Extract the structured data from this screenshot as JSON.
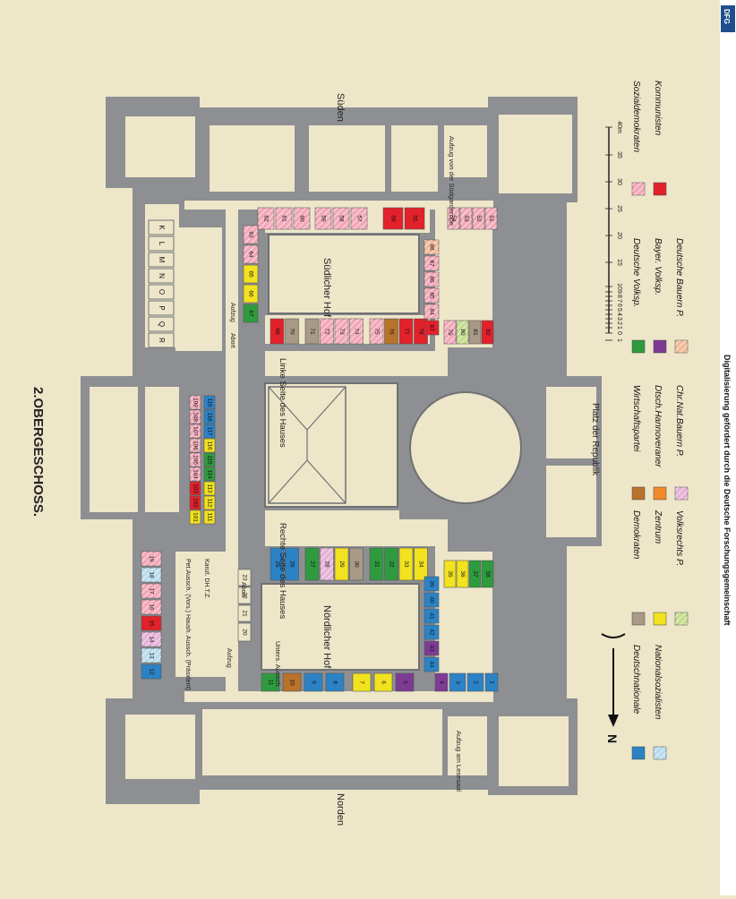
{
  "title": "2.OBERGESCHOSS.",
  "compass": {
    "south": "Süden",
    "north": "Norden",
    "north_arrow": "N"
  },
  "courtyards": {
    "south": "Südlicher Hof",
    "north": "Nördlicher Hof"
  },
  "labels": {
    "left_side": "Linke Seite des Hauses",
    "right_side": "Rechte Seite des Hauses",
    "platz": "Platz der Republik",
    "aufzug_south": "Aufzug von der Südgarderobe",
    "aufzug_north": "Aufzug am Lesesaal",
    "aufzug": "Aufzug",
    "abort": "Abort",
    "kanzlei": "Kanzl. DH.T.Z.",
    "pet_aussch": "Pet.Aussch. (Vors.)",
    "haush_aussch": "Haush. Aussch. (Präsident)",
    "unters_aussch": "Unters. Aussch.",
    "footer_strip": "Digitalisierung gefördert durch die Deutsche Forschungsgemeinschaft",
    "footer_logo": "DFG"
  },
  "letter_rooms": [
    "R",
    "Q",
    "P",
    "O",
    "N",
    "M",
    "L",
    "K"
  ],
  "scale": {
    "ticks": [
      "1",
      "0",
      "1",
      "2",
      "3",
      "4",
      "5",
      "6",
      "7",
      "8",
      "9",
      "10",
      "15",
      "20",
      "25",
      "30",
      "35",
      "40m"
    ]
  },
  "colors": {
    "paper": "#eee6c9",
    "wall": "#8d8f92",
    "Deutschnationale": "#2b83c6",
    "Nationalsozialisten": "#b8dced",
    "Demokraten": "#a89a86",
    "Zentrum": "#f2e21f",
    "Volksrechts P.": "#c6dc8f",
    "Wirtschaftspartei": "#b9722a",
    "Dtsch.Hannoveraner": "#f08a2a",
    "Chr.Nat.Bauern P.": "#e6b2d8",
    "Deutsche Volksp.": "#2e9b3f",
    "Bayer. Volksp.": "#7d3b94",
    "Deutsche Bauern P.": "#f0bb9a",
    "Sozialdemokraten": "#f2a8b8",
    "Kommunisten": "#e2212b"
  },
  "legend": [
    {
      "label": "Deutschnationale",
      "color": "#2b83c6",
      "hatch": false
    },
    {
      "label": "Nationalsozialisten",
      "color": "#b8dced",
      "hatch": true
    },
    {
      "label": "Demokraten",
      "color": "#a89a86",
      "hatch": false
    },
    {
      "label": "Zentrum",
      "color": "#f2e21f",
      "hatch": false
    },
    {
      "label": "Volksrechts P.",
      "color": "#c6dc8f",
      "hatch": true
    },
    {
      "label": "Wirtschaftspartei",
      "color": "#b9722a",
      "hatch": false
    },
    {
      "label": "Dtsch.Hannoveraner",
      "color": "#f08a2a",
      "hatch": false
    },
    {
      "label": "Chr.Nat.Bauern P.",
      "color": "#e6b2d8",
      "hatch": true
    },
    {
      "label": "Deutsche Volksp.",
      "color": "#2e9b3f",
      "hatch": false
    },
    {
      "label": "Bayer. Volksp.",
      "color": "#7d3b94",
      "hatch": false
    },
    {
      "label": "Deutsche Bauern P.",
      "color": "#f0bb9a",
      "hatch": true
    },
    {
      "label": "Sozialdemokraten",
      "color": "#f2a8b8",
      "hatch": true
    },
    {
      "label": "Kommunisten",
      "color": "#e2212b",
      "hatch": false
    }
  ],
  "rooms": [
    {
      "n": "1",
      "party": "Deutschnationale"
    },
    {
      "n": "2",
      "party": "Deutschnationale"
    },
    {
      "n": "3",
      "party": "Deutschnationale"
    },
    {
      "n": "4",
      "party": "Bayer. Volksp."
    },
    {
      "n": "5",
      "party": "Bayer. Volksp."
    },
    {
      "n": "6",
      "party": "Zentrum"
    },
    {
      "n": "7",
      "party": "Zentrum"
    },
    {
      "n": "8",
      "party": "Deutschnationale"
    },
    {
      "n": "9",
      "party": "Deutschnationale"
    },
    {
      "n": "10",
      "party": "Wirtschaftspartei"
    },
    {
      "n": "11",
      "party": "Deutsche Volksp."
    },
    {
      "n": "12",
      "party": "Deutschnationale"
    },
    {
      "n": "13",
      "party": "Nationalsozialisten"
    },
    {
      "n": "14",
      "party": "Chr.Nat.Bauern P."
    },
    {
      "n": "15",
      "party": "Kommunisten"
    },
    {
      "n": "16",
      "party": "Sozialdemokraten"
    },
    {
      "n": "17",
      "party": "Sozialdemokraten"
    },
    {
      "n": "18",
      "party": "Nationalsozialisten"
    },
    {
      "n": "19",
      "party": "Sozialdemokraten"
    },
    {
      "n": "20",
      "party": ""
    },
    {
      "n": "21",
      "party": ""
    },
    {
      "n": "22",
      "party": ""
    },
    {
      "n": "23",
      "party": ""
    },
    {
      "n": "25",
      "party": "Deutschnationale"
    },
    {
      "n": "26",
      "party": "Deutschnationale"
    },
    {
      "n": "27",
      "party": "Deutsche Volksp."
    },
    {
      "n": "28",
      "party": "Chr.Nat.Bauern P."
    },
    {
      "n": "29",
      "party": "Zentrum"
    },
    {
      "n": "30",
      "party": "Demokraten"
    },
    {
      "n": "31",
      "party": "Deutsche Volksp."
    },
    {
      "n": "32",
      "party": "Deutsche Volksp."
    },
    {
      "n": "33",
      "party": "Zentrum"
    },
    {
      "n": "34",
      "party": "Zentrum"
    },
    {
      "n": "35",
      "party": "Zentrum"
    },
    {
      "n": "36",
      "party": "Zentrum"
    },
    {
      "n": "37",
      "party": "Deutsche Volksp."
    },
    {
      "n": "38",
      "party": "Deutsche Volksp."
    },
    {
      "n": "39",
      "party": "Deutschnationale"
    },
    {
      "n": "40",
      "party": "Deutschnationale"
    },
    {
      "n": "41",
      "party": "Deutschnationale"
    },
    {
      "n": "42",
      "party": "Deutschnationale"
    },
    {
      "n": "43",
      "party": "Bayer. Volksp."
    },
    {
      "n": "44",
      "party": "Deutschnationale"
    },
    {
      "n": "51",
      "party": "Sozialdemokraten"
    },
    {
      "n": "52",
      "party": "Sozialdemokraten"
    },
    {
      "n": "53",
      "party": "Sozialdemokraten"
    },
    {
      "n": "54",
      "party": "Sozialdemokraten"
    },
    {
      "n": "55",
      "party": "Kommunisten"
    },
    {
      "n": "56",
      "party": "Kommunisten"
    },
    {
      "n": "57",
      "party": "Sozialdemokraten"
    },
    {
      "n": "58",
      "party": "Sozialdemokraten"
    },
    {
      "n": "59",
      "party": "Sozialdemokraten"
    },
    {
      "n": "60",
      "party": "Sozialdemokraten"
    },
    {
      "n": "61",
      "party": "Sozialdemokraten"
    },
    {
      "n": "62",
      "party": "Sozialdemokraten"
    },
    {
      "n": "63",
      "party": "Sozialdemokraten"
    },
    {
      "n": "64",
      "party": "Sozialdemokraten"
    },
    {
      "n": "65",
      "party": "Zentrum"
    },
    {
      "n": "66",
      "party": "Zentrum"
    },
    {
      "n": "67",
      "party": "Deutsche Volksp."
    },
    {
      "n": "69",
      "party": "Kommunisten"
    },
    {
      "n": "70",
      "party": "Demokraten"
    },
    {
      "n": "71",
      "party": "Demokraten"
    },
    {
      "n": "72",
      "party": "Sozialdemokraten"
    },
    {
      "n": "73",
      "party": "Sozialdemokraten"
    },
    {
      "n": "74",
      "party": "Sozialdemokraten"
    },
    {
      "n": "75",
      "party": "Sozialdemokraten"
    },
    {
      "n": "76",
      "party": "Wirtschaftspartei"
    },
    {
      "n": "77",
      "party": "Kommunisten"
    },
    {
      "n": "78",
      "party": "Kommunisten"
    },
    {
      "n": "79",
      "party": "Sozialdemokraten"
    },
    {
      "n": "80",
      "party": "Volksrechts P."
    },
    {
      "n": "81",
      "party": "Demokraten"
    },
    {
      "n": "82",
      "party": "Kommunisten"
    },
    {
      "n": "83",
      "party": "Kommunisten"
    },
    {
      "n": "84",
      "party": "Sozialdemokraten"
    },
    {
      "n": "85",
      "party": "Sozialdemokraten"
    },
    {
      "n": "86",
      "party": "Sozialdemokraten"
    },
    {
      "n": "87",
      "party": "Sozialdemokraten"
    },
    {
      "n": "88",
      "party": "Deutsche Bauern P."
    },
    {
      "n": "101",
      "party": "Zentrum"
    },
    {
      "n": "102",
      "party": "Kommunisten"
    },
    {
      "n": "103",
      "party": "Kommunisten"
    },
    {
      "n": "104",
      "party": "Sozialdemokraten"
    },
    {
      "n": "105",
      "party": "Sozialdemokraten"
    },
    {
      "n": "106",
      "party": "Sozialdemokraten"
    },
    {
      "n": "107",
      "party": "Sozialdemokraten"
    },
    {
      "n": "108",
      "party": "Sozialdemokraten"
    },
    {
      "n": "109",
      "party": "Sozialdemokraten"
    },
    {
      "n": "111",
      "party": "Zentrum"
    },
    {
      "n": "112",
      "party": "Zentrum"
    },
    {
      "n": "113",
      "party": "Zentrum"
    },
    {
      "n": "114",
      "party": "Deutsche Volksp."
    },
    {
      "n": "115",
      "party": "Deutsche Volksp."
    },
    {
      "n": "116",
      "party": "Zentrum"
    },
    {
      "n": "117",
      "party": "Deutschnationale"
    },
    {
      "n": "118",
      "party": "Deutschnationale"
    },
    {
      "n": "119",
      "party": "Deutschnationale"
    }
  ]
}
